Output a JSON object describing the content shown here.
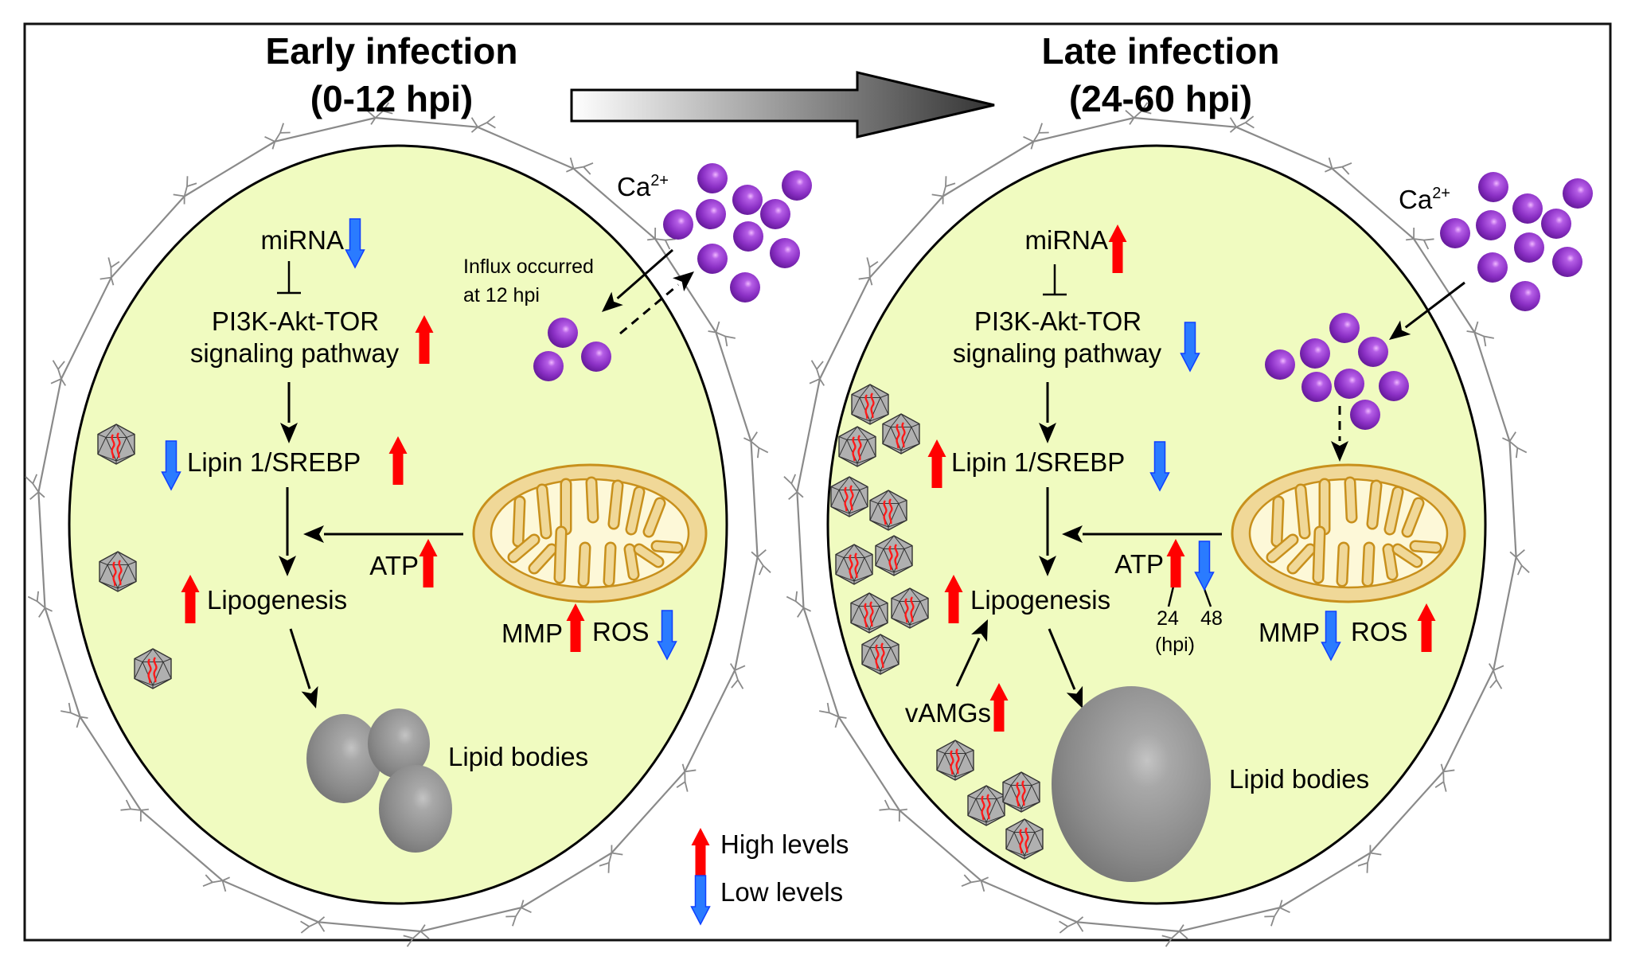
{
  "figure": {
    "type": "biological pathway schematic",
    "colors": {
      "cytoplasm": "#f0fbc0",
      "membrane": "#000000",
      "cell_wall": "#8a8a8a",
      "calcium_ion": "#8a2fc4",
      "mitochondrion_outer": "#f0d898",
      "mitochondrion_inner": "#fdf8d8",
      "mitochondrion_stroke": "#c8901c",
      "high_arrow": "#ff0000",
      "low_arrow": "#2a7bff",
      "lipid_body": "#8c8c8c",
      "virion": "#b0b0b0",
      "virion_genome": "#ff1a1a"
    }
  },
  "transition_arrow": {
    "icon": "gradient-right-arrow-icon",
    "meaning": "progression from early to late infection"
  },
  "panels": {
    "early": {
      "title": "Early infection",
      "subtitle": "(0-12 hpi)",
      "ca_label": "Ca",
      "ca_charge": "2+",
      "influx_note_line1": "Influx occurred",
      "influx_note_line2": "at 12 hpi",
      "mirna": {
        "label": "miRNA",
        "level": "low"
      },
      "pathway_line1": "PI3K-Akt-TOR",
      "pathway_line2": "signaling pathway",
      "pathway_level": "high",
      "lipin": {
        "label": "Lipin 1/SREBP",
        "level_left": "low",
        "level_right": "high"
      },
      "atp": {
        "label": "ATP",
        "level": "high"
      },
      "lipogenesis": {
        "label": "Lipogenesis",
        "level": "high"
      },
      "mmp": {
        "label": "MMP",
        "level": "high"
      },
      "ros": {
        "label": "ROS",
        "level": "low"
      },
      "lipid_bodies": "Lipid bodies",
      "virion_count": 3,
      "ca_outside_count": 10,
      "ca_inside_count": 3
    },
    "late": {
      "title": "Late infection",
      "subtitle": "(24-60 hpi)",
      "ca_label": "Ca",
      "ca_charge": "2+",
      "mirna": {
        "label": "miRNA",
        "level": "high"
      },
      "pathway_line1": "PI3K-Akt-TOR",
      "pathway_line2": "signaling pathway",
      "pathway_level": "low",
      "lipin": {
        "label": "Lipin 1/SREBP",
        "level_left": "high",
        "level_right": "low"
      },
      "atp": {
        "label": "ATP",
        "levels": [
          {
            "time": "24",
            "level": "high"
          },
          {
            "time": "48",
            "level": "low"
          }
        ],
        "time_unit": "(hpi)"
      },
      "lipogenesis": {
        "label": "Lipogenesis",
        "level": "high"
      },
      "vamgs": {
        "label": "vAMGs",
        "level": "high"
      },
      "mmp": {
        "label": "MMP",
        "level": "low"
      },
      "ros": {
        "label": "ROS",
        "level": "high"
      },
      "lipid_bodies": "Lipid bodies",
      "virion_count": 14,
      "ca_outside_count": 10,
      "ca_inside_count": 8
    }
  },
  "legend": {
    "high": {
      "label": "High levels",
      "icon": "red-up-arrow-icon"
    },
    "low": {
      "label": "Low levels",
      "icon": "blue-down-arrow-icon"
    }
  }
}
